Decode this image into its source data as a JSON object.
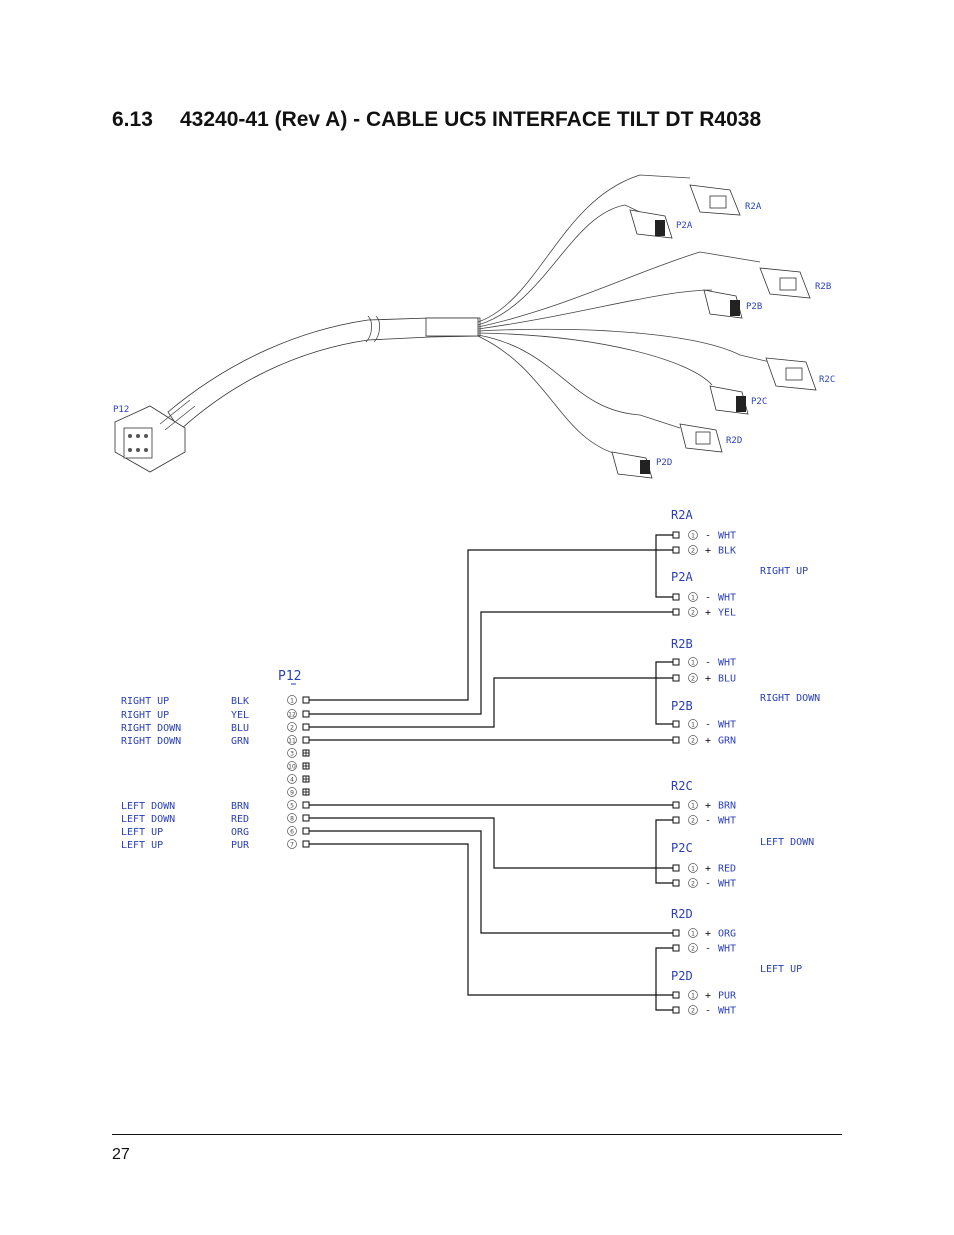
{
  "heading": {
    "number": "6.13",
    "title": "43240-41 (Rev A) - CABLE UC5 INTERFACE TILT DT R4038"
  },
  "illustration": {
    "main_label": "P12",
    "branch_labels": [
      "R2A",
      "P2A",
      "R2B",
      "P2B",
      "R2C",
      "P2C",
      "R2D",
      "P2D"
    ]
  },
  "schematic": {
    "main_connector": {
      "label": "P12",
      "pins": [
        {
          "function": "RIGHT UP",
          "color": "BLK",
          "pin": "1",
          "connected": true
        },
        {
          "function": "RIGHT UP",
          "color": "YEL",
          "pin": "12",
          "connected": true
        },
        {
          "function": "RIGHT DOWN",
          "color": "BLU",
          "pin": "2",
          "connected": true
        },
        {
          "function": "RIGHT DOWN",
          "color": "GRN",
          "pin": "11",
          "connected": true
        },
        {
          "function": "",
          "color": "",
          "pin": "3",
          "connected": false
        },
        {
          "function": "",
          "color": "",
          "pin": "10",
          "connected": false
        },
        {
          "function": "",
          "color": "",
          "pin": "4",
          "connected": false
        },
        {
          "function": "",
          "color": "",
          "pin": "9",
          "connected": false
        },
        {
          "function": "LEFT DOWN",
          "color": "BRN",
          "pin": "5",
          "connected": true
        },
        {
          "function": "LEFT DOWN",
          "color": "RED",
          "pin": "8",
          "connected": true
        },
        {
          "function": "LEFT UP",
          "color": "ORG",
          "pin": "6",
          "connected": true
        },
        {
          "function": "LEFT UP",
          "color": "PUR",
          "pin": "7",
          "connected": true
        }
      ]
    },
    "groups": [
      {
        "function": "RIGHT UP",
        "connectors": [
          {
            "label": "R2A",
            "pins": [
              {
                "pin": "1",
                "polarity": "-",
                "color": "WHT"
              },
              {
                "pin": "2",
                "polarity": "+",
                "color": "BLK"
              }
            ]
          },
          {
            "label": "P2A",
            "pins": [
              {
                "pin": "1",
                "polarity": "-",
                "color": "WHT"
              },
              {
                "pin": "2",
                "polarity": "+",
                "color": "YEL"
              }
            ]
          }
        ]
      },
      {
        "function": "RIGHT DOWN",
        "connectors": [
          {
            "label": "R2B",
            "pins": [
              {
                "pin": "1",
                "polarity": "-",
                "color": "WHT"
              },
              {
                "pin": "2",
                "polarity": "+",
                "color": "BLU"
              }
            ]
          },
          {
            "label": "P2B",
            "pins": [
              {
                "pin": "1",
                "polarity": "-",
                "color": "WHT"
              },
              {
                "pin": "2",
                "polarity": "+",
                "color": "GRN"
              }
            ]
          }
        ]
      },
      {
        "function": "LEFT DOWN",
        "connectors": [
          {
            "label": "R2C",
            "pins": [
              {
                "pin": "1",
                "polarity": "+",
                "color": "BRN"
              },
              {
                "pin": "2",
                "polarity": "-",
                "color": "WHT"
              }
            ]
          },
          {
            "label": "P2C",
            "pins": [
              {
                "pin": "1",
                "polarity": "+",
                "color": "RED"
              },
              {
                "pin": "2",
                "polarity": "-",
                "color": "WHT"
              }
            ]
          }
        ]
      },
      {
        "function": "LEFT UP",
        "connectors": [
          {
            "label": "R2D",
            "pins": [
              {
                "pin": "1",
                "polarity": "+",
                "color": "ORG"
              },
              {
                "pin": "2",
                "polarity": "-",
                "color": "WHT"
              }
            ]
          },
          {
            "label": "P2D",
            "pins": [
              {
                "pin": "1",
                "polarity": "+",
                "color": "PUR"
              },
              {
                "pin": "2",
                "polarity": "-",
                "color": "WHT"
              }
            ]
          }
        ]
      }
    ]
  },
  "footer": {
    "page_number": "27"
  }
}
